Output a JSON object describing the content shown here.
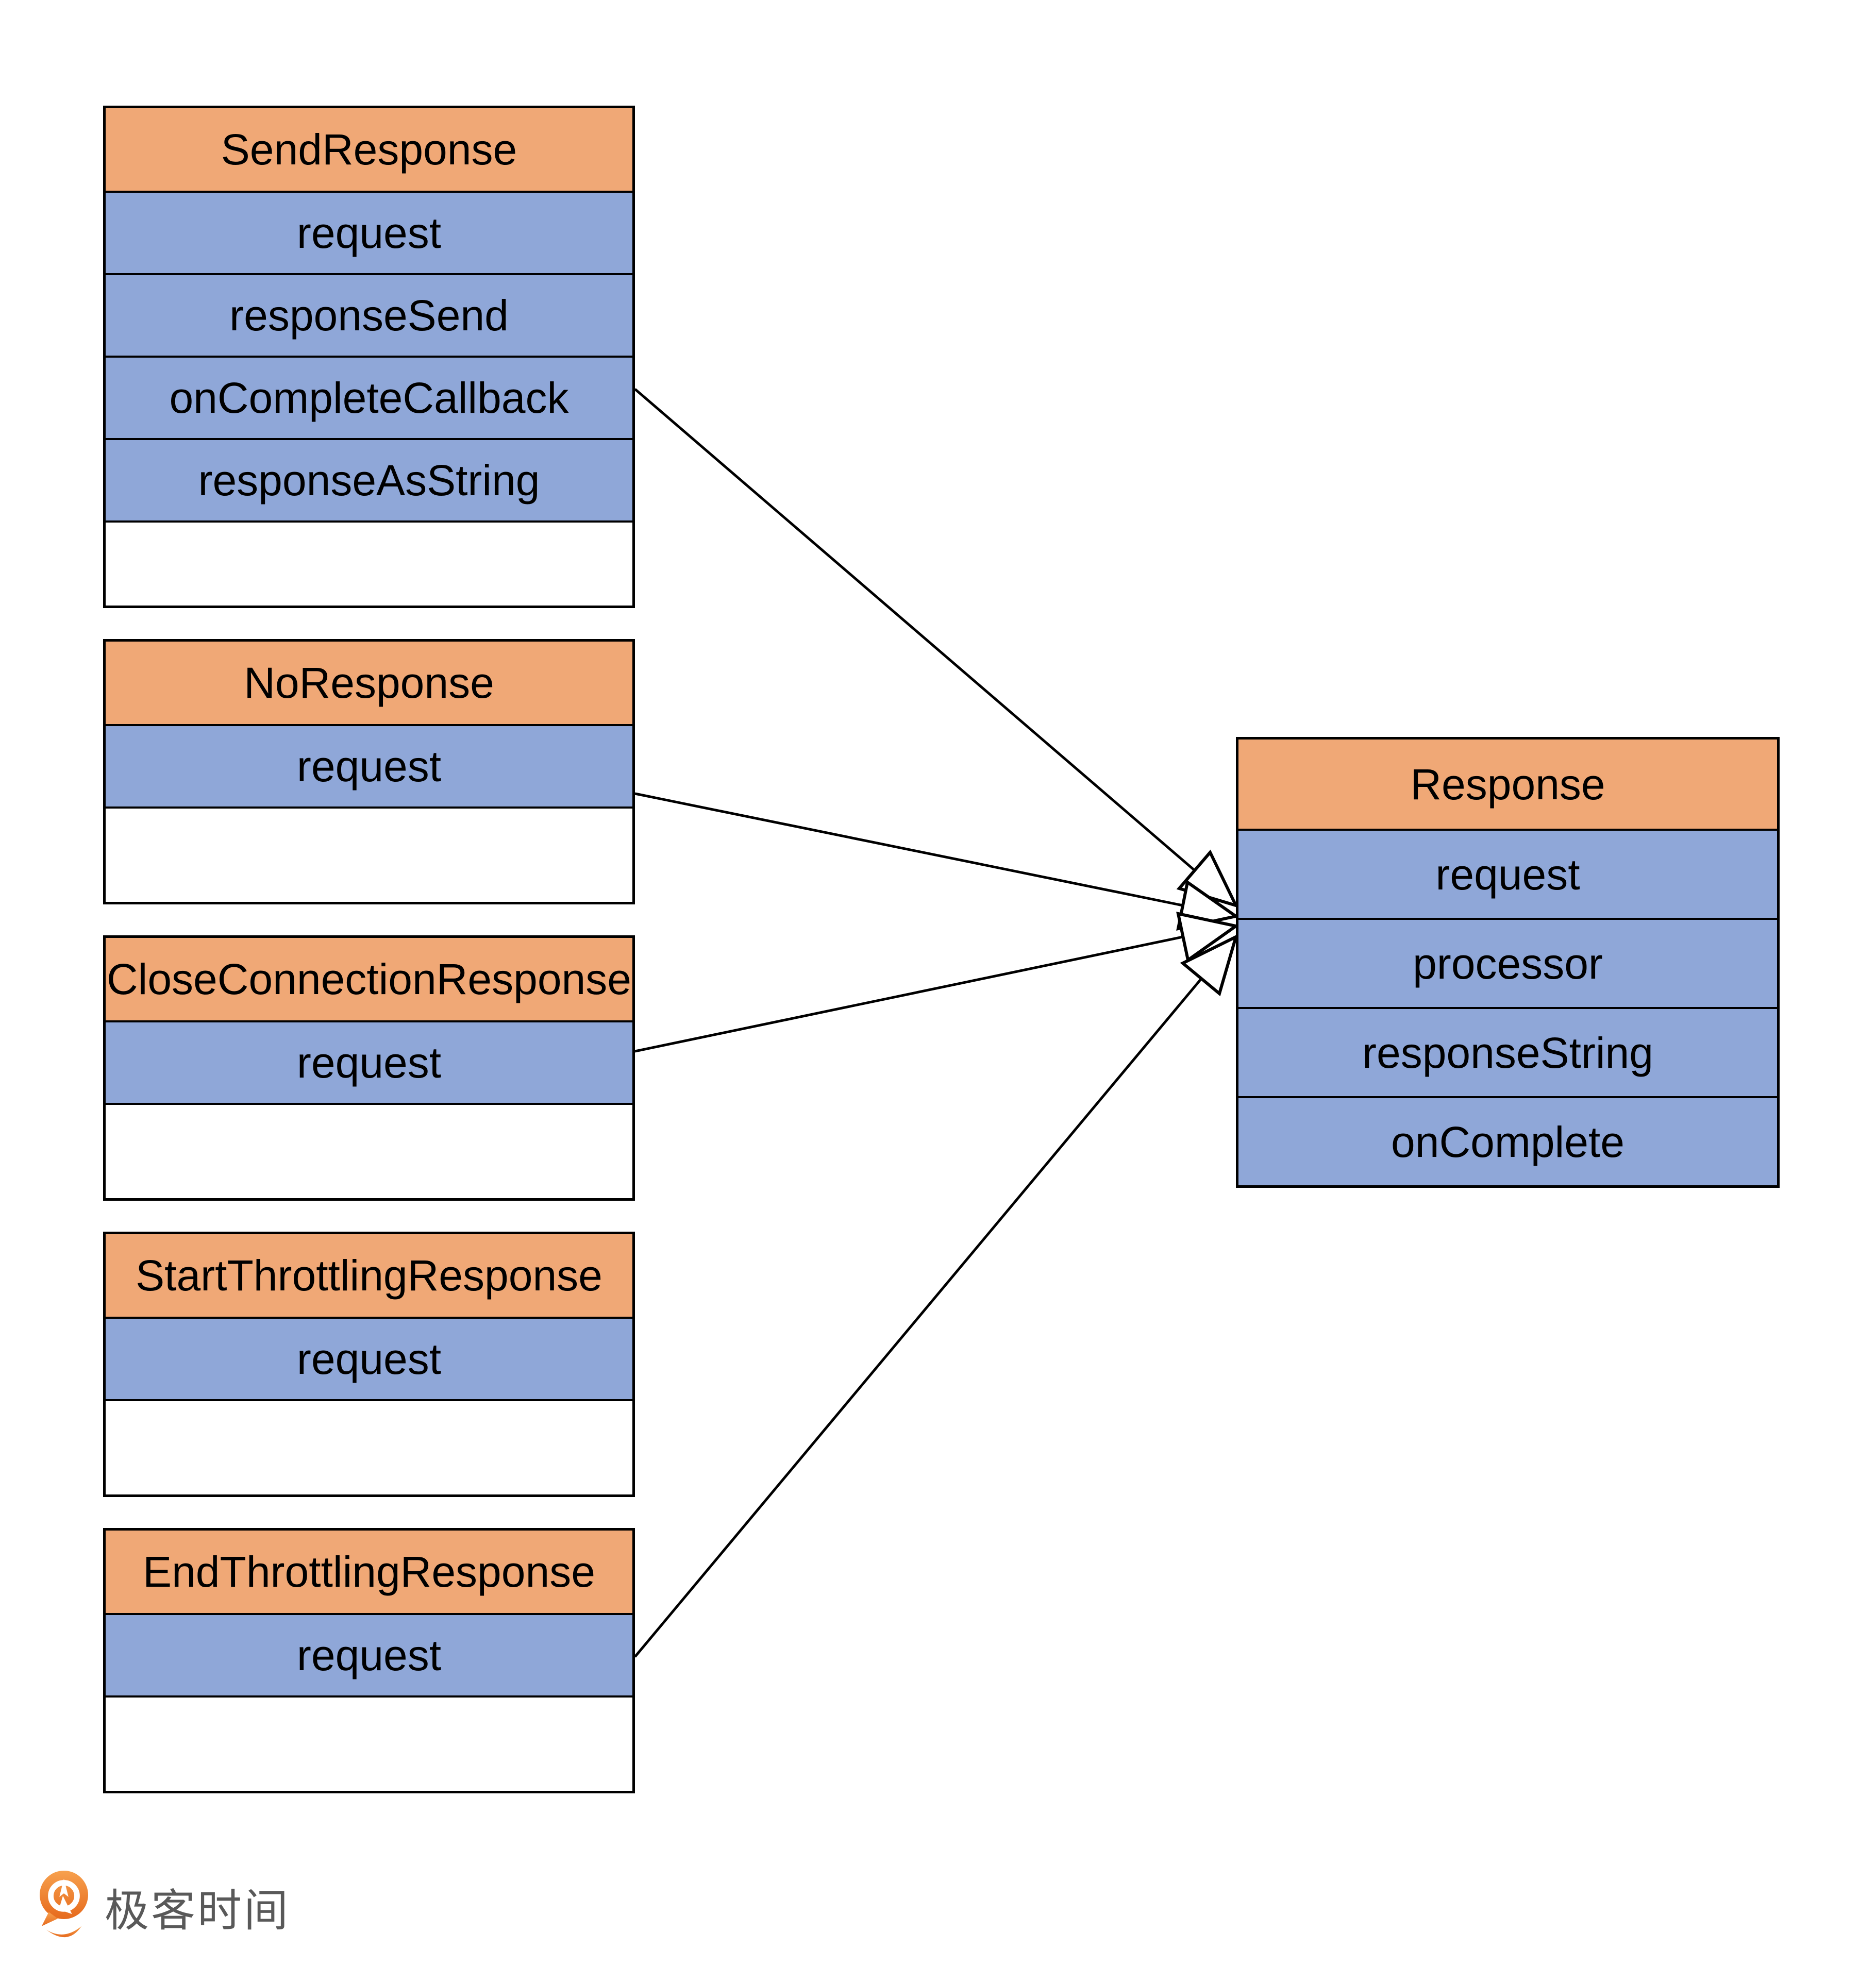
{
  "diagram": {
    "classes": [
      {
        "name": "SendResponse",
        "attributes": [
          "request",
          "responseSend",
          "onCompleteCallback",
          "responseAsString"
        ],
        "has_empty_section": true
      },
      {
        "name": "NoResponse",
        "attributes": [
          "request"
        ],
        "has_empty_section": true
      },
      {
        "name": "CloseConnectionResponse",
        "attributes": [
          "request"
        ],
        "has_empty_section": true
      },
      {
        "name": "StartThrottlingResponse",
        "attributes": [
          "request"
        ],
        "has_empty_section": true
      },
      {
        "name": "EndThrottlingResponse",
        "attributes": [
          "request"
        ],
        "has_empty_section": true
      },
      {
        "name": "Response",
        "attributes": [
          "request",
          "processor",
          "responseString",
          "onComplete"
        ],
        "has_empty_section": false
      }
    ],
    "relations": [
      {
        "from": "SendResponse",
        "to": "Response",
        "type": "generalization"
      },
      {
        "from": "NoResponse",
        "to": "Response",
        "type": "generalization"
      },
      {
        "from": "CloseConnectionResponse",
        "to": "Response",
        "type": "generalization"
      },
      {
        "from": "EndThrottlingResponse",
        "to": "Response",
        "type": "generalization"
      }
    ],
    "colors": {
      "header_fill": "#f0a876",
      "attribute_fill": "#8fa7d8",
      "empty_fill": "#ffffff",
      "border": "#000000",
      "text": "#000000",
      "logo_text_color": "#595959",
      "logo_orange_light": "#f7a14e",
      "logo_orange_dark": "#e66a1d"
    }
  },
  "footer": {
    "logo_text": "极客时间"
  }
}
